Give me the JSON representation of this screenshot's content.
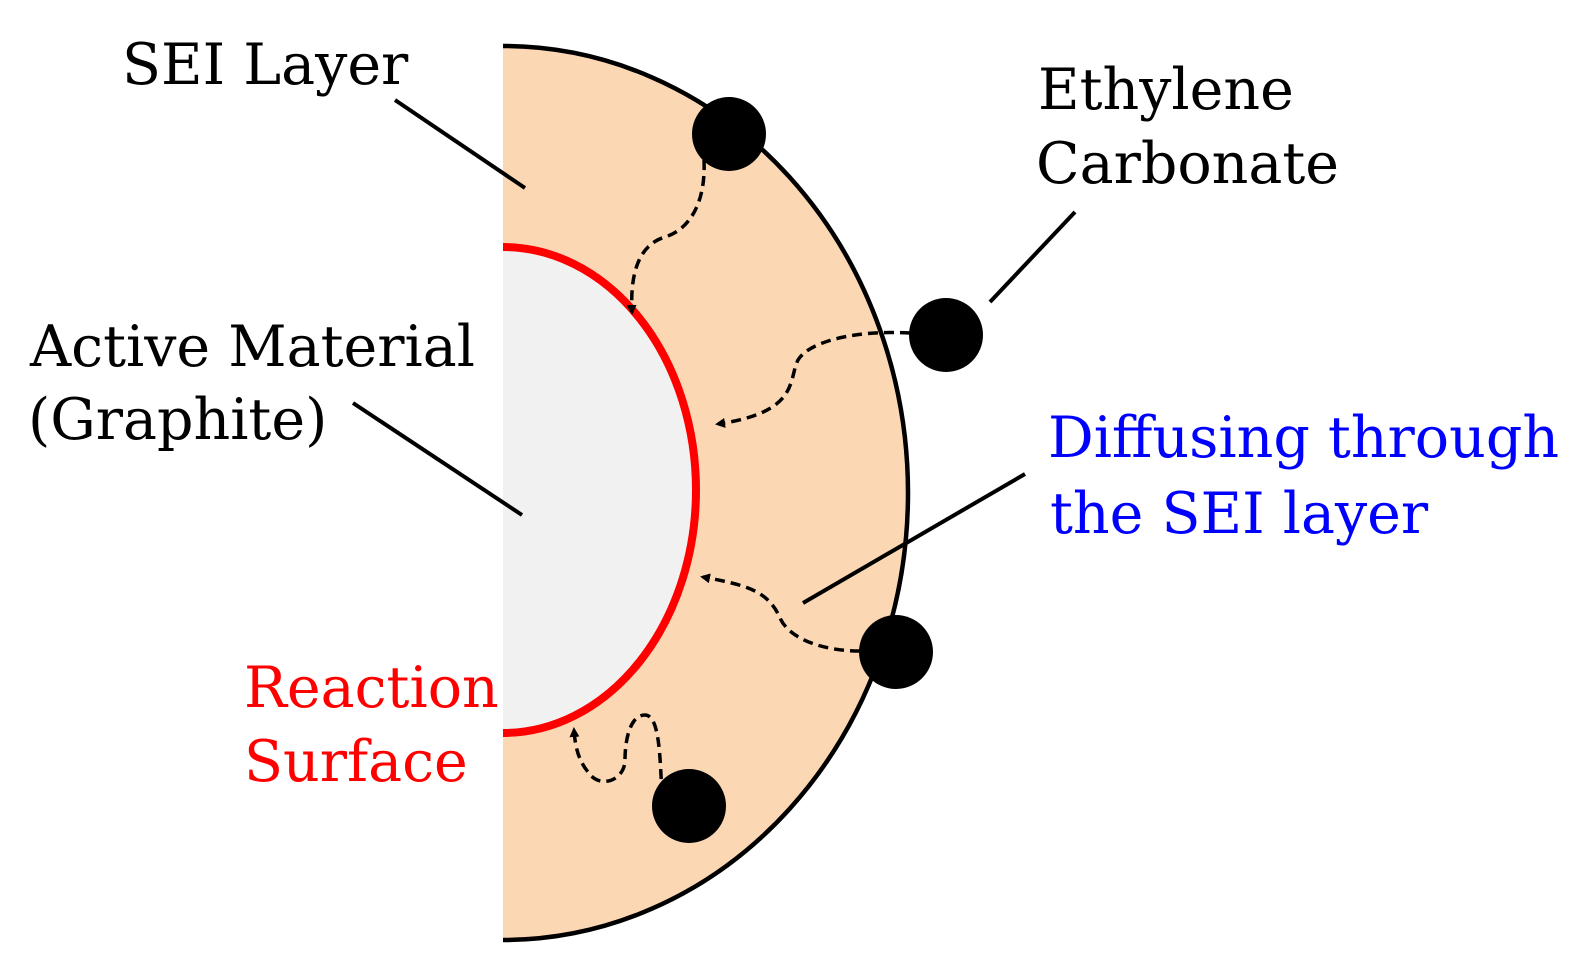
{
  "labels": {
    "sei_layer": "SEI Layer",
    "ethylene_line1": "Ethylene",
    "ethylene_line2": "Carbonate",
    "active_line1": "Active Material",
    "active_line2": "(Graphite)",
    "diffusing_line1": "Diffusing through",
    "diffusing_line2": "the SEI layer",
    "reaction_line1": "Reaction",
    "reaction_line2": "Surface"
  },
  "colors": {
    "sei_fill": "#fbd7b4",
    "active_fill": "#f1f1f2",
    "reaction_surface": "#ff0000",
    "diffusing_text": "#0000ff",
    "reaction_text": "#ff0000",
    "molecule": "#000000",
    "outline": "#000000"
  }
}
